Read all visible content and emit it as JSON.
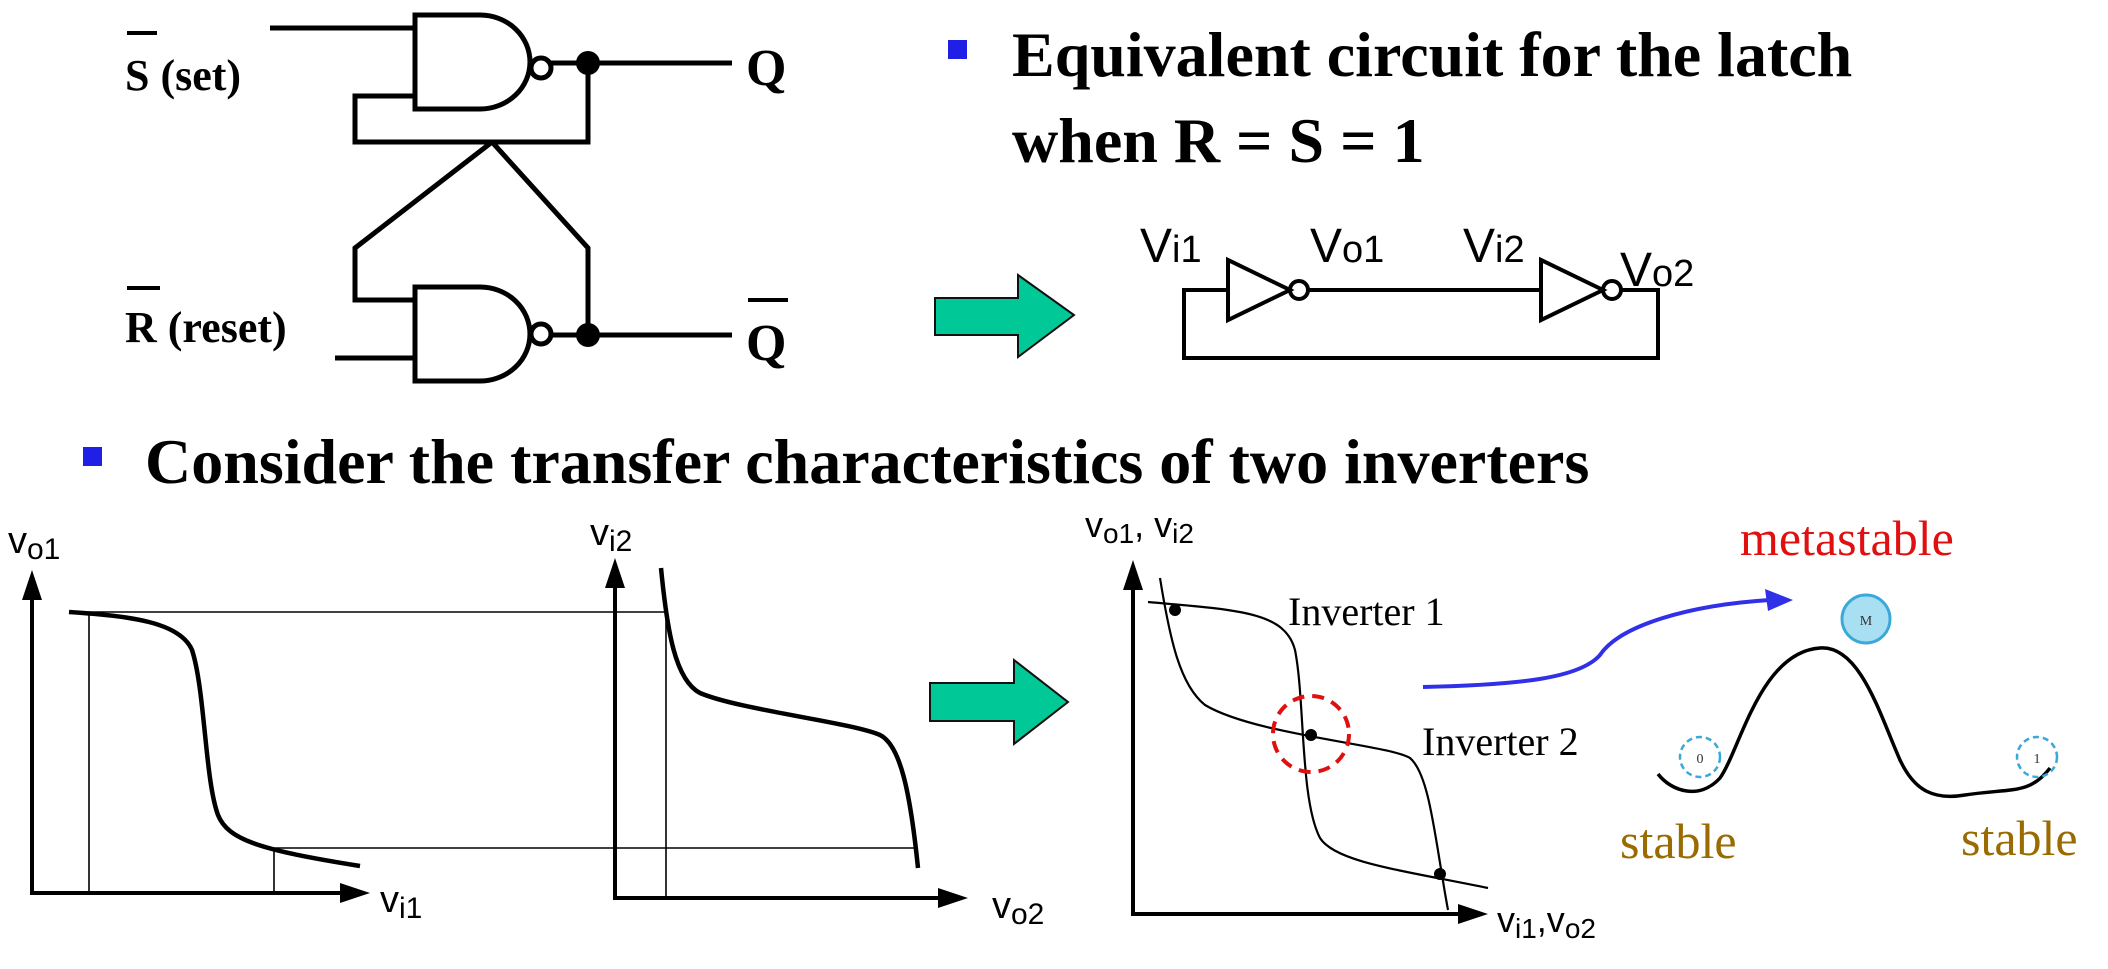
{
  "colors": {
    "ink": "#000000",
    "bullet": "#1f1fe6",
    "arrow_fill": "#00c997",
    "arrow_stroke": "#111111",
    "metastable_text": "#e01010",
    "stable_text": "#9a6b00",
    "blue_arrow": "#3030e8",
    "ball_fill": "#a8dff2",
    "ball_stroke": "#3aa8d8",
    "dashed_circle": "#e01010"
  },
  "latch": {
    "s_label": "S (set)",
    "r_label": "R (reset)",
    "q_label": "Q",
    "qbar_label": "Q"
  },
  "bullets": {
    "b1_line1": "Equivalent circuit for the latch",
    "b1_line2": "when R = S = 1",
    "b2": "Consider the transfer characteristics of two inverters"
  },
  "inverter_chain": {
    "vi1": "V",
    "vi1_sub": "i1",
    "vo1": "V",
    "vo1_sub": "o1",
    "vi2": "V",
    "vi2_sub": "i2",
    "vo2": "V",
    "vo2_sub": "o2"
  },
  "plot1": {
    "ylabel": "v",
    "ylabel_sub": "o1",
    "xlabel": "v",
    "xlabel_sub": "i1"
  },
  "plot2": {
    "ylabel": "v",
    "ylabel_sub": "i2",
    "xlabel": "v",
    "xlabel_sub": "o2"
  },
  "plot3": {
    "ylabel": "v",
    "ylabel_sub": "o1",
    "ylabel2": ", v",
    "ylabel2_sub": "i2",
    "xlabel": "v",
    "xlabel_sub": "i1",
    "xlabel2": ",v",
    "xlabel2_sub": "o2",
    "curve1_label": "Inverter 1",
    "curve2_label": "Inverter 2"
  },
  "energy": {
    "metastable": "metastable",
    "stable_left": "stable",
    "stable_right": "stable",
    "ball_m": "M",
    "ball_0": "0",
    "ball_1": "1"
  }
}
